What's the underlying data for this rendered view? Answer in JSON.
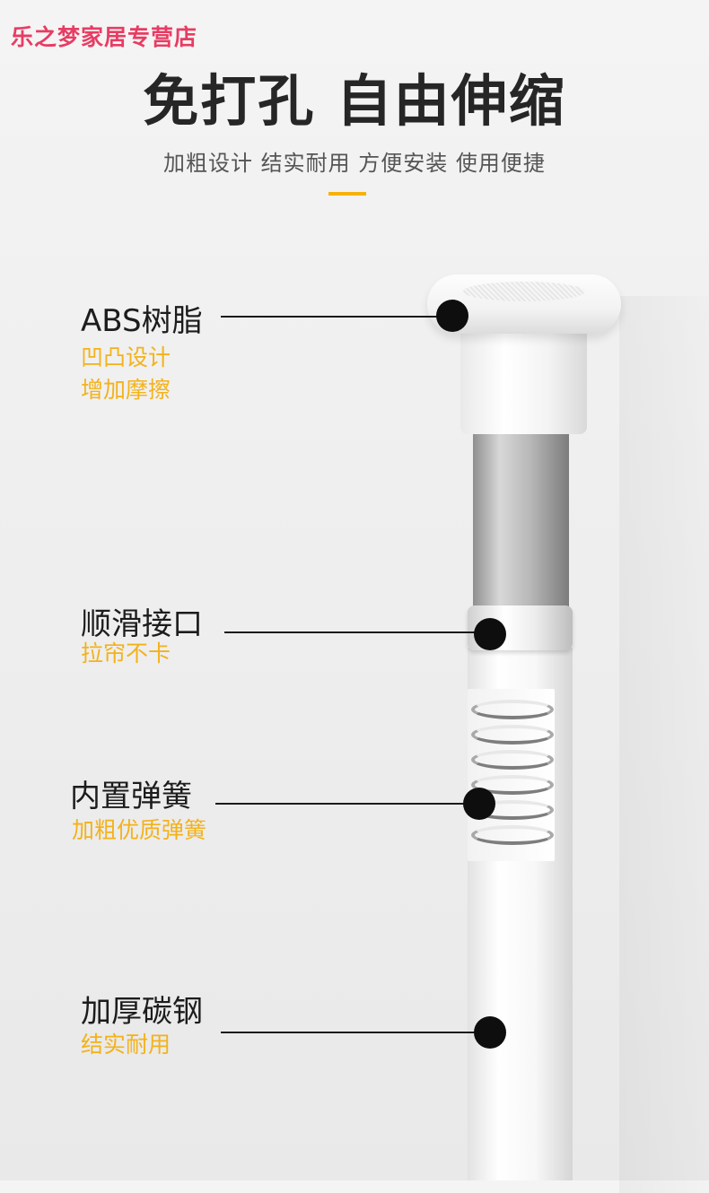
{
  "store_name": "乐之梦家居专营店",
  "headline": "免打孔 自由伸缩",
  "subline": "加粗设计 结实耐用 方便安装 使用便捷",
  "colors": {
    "accent": "#f6b20a",
    "store": "#e83c63",
    "callout_sub": "#f3b21a"
  },
  "callouts": [
    {
      "title": "ABS树脂",
      "lines": [
        "凹凸设计",
        "增加摩擦"
      ]
    },
    {
      "title": "顺滑接口",
      "lines": [
        "拉帘不卡"
      ]
    },
    {
      "title": "内置弹簧",
      "lines": [
        "加粗优质弹簧"
      ]
    },
    {
      "title": "加厚碳钢",
      "lines": [
        "结实耐用"
      ]
    }
  ]
}
